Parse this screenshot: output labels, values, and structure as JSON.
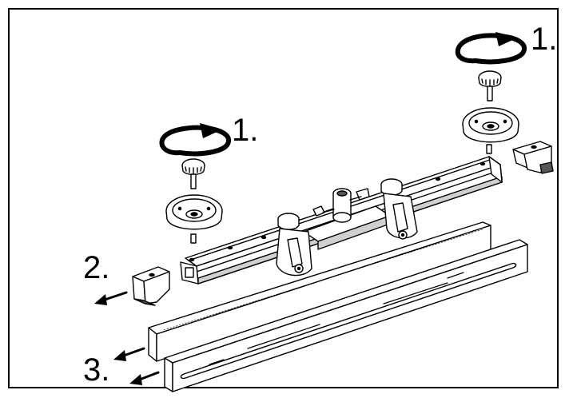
{
  "steps": {
    "step1_right": "1.",
    "step1_left": "1.",
    "step2": "2.",
    "step3": "3."
  },
  "colors": {
    "line": "#000000",
    "fill": "#ffffff",
    "shade": "#d0d0d0",
    "dark": "#555555"
  }
}
